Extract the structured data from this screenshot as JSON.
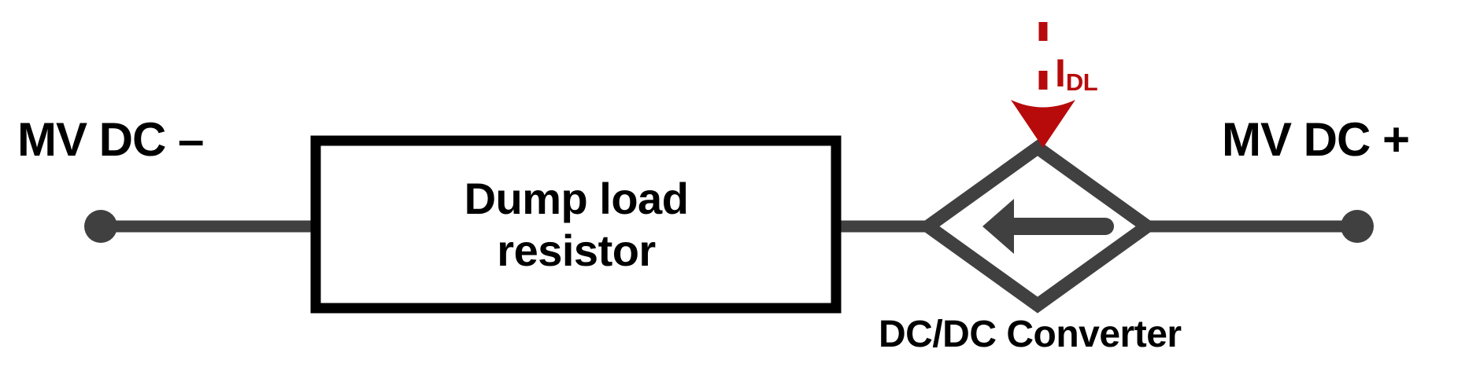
{
  "diagram": {
    "title_present": false,
    "colors": {
      "wire": "#404040",
      "box_border": "#000000",
      "current_arrow": "#B70B0B",
      "background": "#FFFFFF",
      "text": "#000000"
    },
    "terminals": [
      {
        "id": "left",
        "label": "MV DC –",
        "name": "terminal-mv-dc-negative"
      },
      {
        "id": "right",
        "label": "MV DC +",
        "name": "terminal-mv-dc-positive"
      }
    ],
    "block": {
      "name": "dump-load-resistor-block",
      "label_line1": "Dump load",
      "label_line2": "resistor"
    },
    "converter": {
      "name": "dc-dc-converter",
      "label": "DC/DC Converter",
      "internal_arrow_direction": "left"
    },
    "current_annotation": {
      "name": "current-idl",
      "symbol": "I",
      "subscript": "DL",
      "style": "dashed-arrow",
      "direction": "down",
      "color": "#B70B0B"
    }
  }
}
